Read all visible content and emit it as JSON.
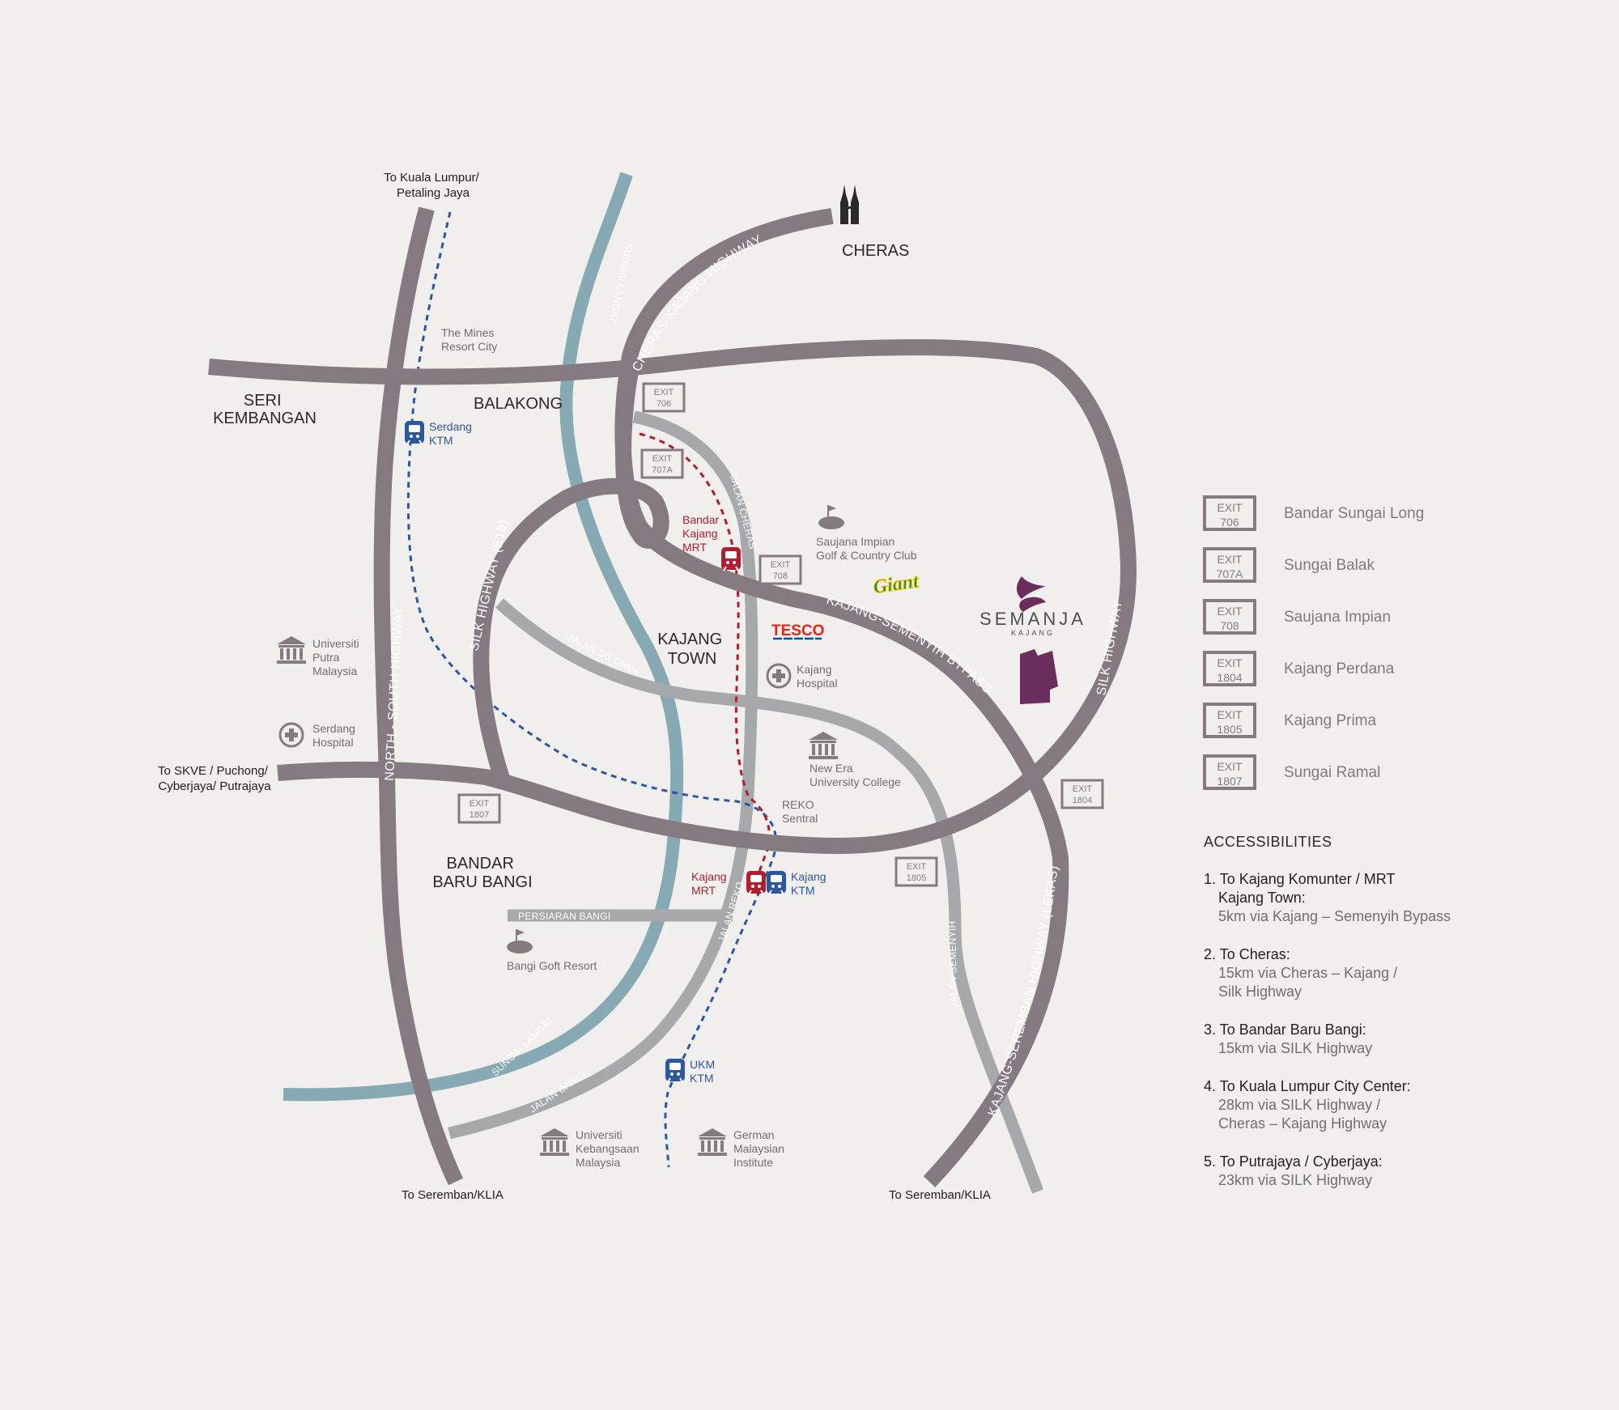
{
  "destinations": {
    "kl_top": [
      "To Kuala Lumpur/",
      "Petaling Jaya"
    ],
    "skve_left": [
      "To SKVE / Puchong/",
      "Cyberjaya/ Putrajaya"
    ],
    "seremban_left": "To Seremban/KLIA",
    "seremban_right": "To Seremban/KLIA"
  },
  "areas": {
    "cheras": "CHERAS",
    "seri_kembangan": [
      "SERI",
      "KEMBANGAN"
    ],
    "balakong": "BALAKONG",
    "kajang_town": [
      "KAJANG",
      "TOWN"
    ],
    "bandar_baru_bangi": [
      "BANDAR",
      "BARU BANGI"
    ]
  },
  "roads": {
    "cheras_kajang_highway": "CHERAS-KAJANG HIGHWAY",
    "sungai_langat_top": "SUNGAI LANGAT",
    "sungai_langat_bottom": "SUNGAI LANGAT",
    "jalan_cheras": "JALAN CHERAS",
    "silk_e18": "SILK HIGHWAY (E18)",
    "jalan_sg_chua": "JALAN SG CHUA",
    "kajang_semenyih_bypass": "KAJANG-SEMENYIH BYPASS",
    "silk_highway": "SILK HIGHWAY",
    "north_south_highway": "NORTH - SOUTH HIGHWAY",
    "persiaran_bangi": "PERSIARAN BANGI",
    "jalan_reko": "JALAN REKO",
    "jalan_semenyih": "JALAN SEMENYIH",
    "jalan_bangi": "JALAN BANGI",
    "lekas": "KAJANG-SEREMBAN HIGHWAY (LEKAS)"
  },
  "pois": {
    "mines": [
      "The Mines",
      "Resort City"
    ],
    "saujana_golf": [
      "Saujana Impian",
      "Golf & Country Club"
    ],
    "upm": [
      "Universiti",
      "Putra",
      "Malaysia"
    ],
    "serdang_hospital": [
      "Serdang",
      "Hospital"
    ],
    "kajang_hospital": [
      "Kajang",
      "Hospital"
    ],
    "new_era": [
      "New Era",
      "University College"
    ],
    "reko_sentral": [
      "REKO",
      "Sentral"
    ],
    "bangi_golf": "Bangi Goft Resort",
    "ukm": [
      "Universiti",
      "Kebangsaan",
      "Malaysia"
    ],
    "german_malaysian": [
      "German",
      "Malaysian",
      "Institute"
    ]
  },
  "stations": {
    "serdang_ktm": [
      "Serdang",
      "KTM"
    ],
    "bandar_kajang_mrt": [
      "Bandar",
      "Kajang",
      "MRT"
    ],
    "kajang_mrt": [
      "Kajang",
      "MRT"
    ],
    "kajang_ktm": [
      "Kajang",
      "KTM"
    ],
    "ukm_ktm": [
      "UKM",
      "KTM"
    ]
  },
  "brands": {
    "giant": "Giant",
    "tesco": "TESCO",
    "semanja": "SEMANJA",
    "semanja_sub": "KAJANG"
  },
  "map_exits": {
    "e706": [
      "EXIT",
      "706"
    ],
    "e707a": [
      "EXIT",
      "707A"
    ],
    "e708": [
      "EXIT",
      "708"
    ],
    "e1804": [
      "EXIT",
      "1804"
    ],
    "e1805": [
      "EXIT",
      "1805"
    ],
    "e1807": [
      "EXIT",
      "1807"
    ]
  },
  "legend": {
    "exits": [
      {
        "exit": "EXIT",
        "code": "706",
        "name": "Bandar Sungai Long"
      },
      {
        "exit": "EXIT",
        "code": "707A",
        "name": "Sungai Balak"
      },
      {
        "exit": "EXIT",
        "code": "708",
        "name": "Saujana Impian"
      },
      {
        "exit": "EXIT",
        "code": "1804",
        "name": "Kajang Perdana"
      },
      {
        "exit": "EXIT",
        "code": "1805",
        "name": "Kajang Prima"
      },
      {
        "exit": "EXIT",
        "code": "1807",
        "name": "Sungai Ramal"
      }
    ]
  },
  "accessibilities": {
    "title": "ACCESSIBILITIES",
    "items": [
      {
        "head": "1. To  Kajang Komunter / MRT",
        "head2": "Kajang Town:",
        "detail": [
          "5km via Kajang – Semenyih Bypass"
        ]
      },
      {
        "head": "2. To Cheras:",
        "detail": [
          "15km via Cheras – Kajang /",
          "Silk Highway"
        ]
      },
      {
        "head": "3. To Bandar Baru Bangi:",
        "detail": [
          "15km via SILK Highway"
        ]
      },
      {
        "head": "4. To Kuala Lumpur City Center:",
        "detail": [
          "28km via SILK Highway /",
          "Cheras – Kajang Highway"
        ]
      },
      {
        "head": "5. To Putrajaya / Cyberjaya:",
        "detail": [
          "23km via SILK Highway"
        ]
      }
    ]
  },
  "colors": {
    "highway": "#857a80",
    "local_road": "#a7a8aa",
    "river": "#86a9b3",
    "ktm": "#2c57a1",
    "mrt": "#b01e2f",
    "semanja": "#6b2d5c",
    "background": "#f0efed"
  }
}
